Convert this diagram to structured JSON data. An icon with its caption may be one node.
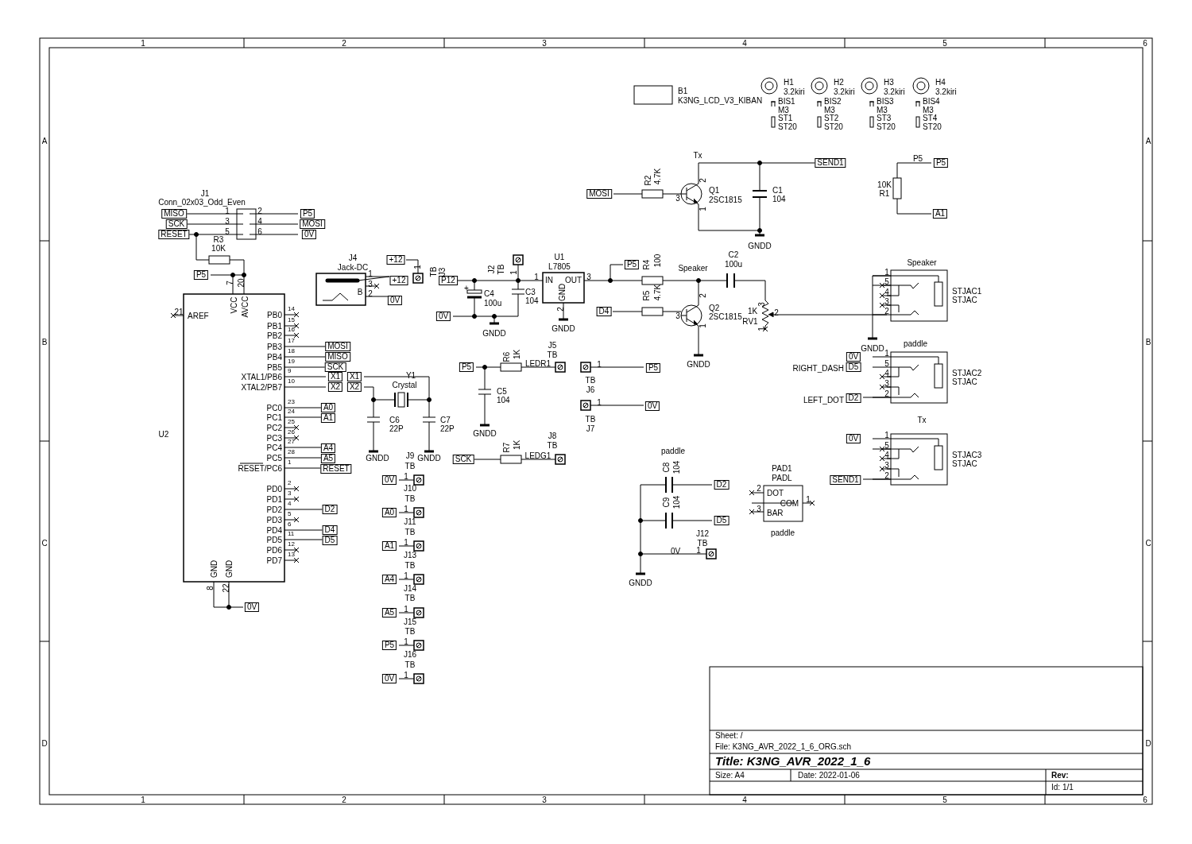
{
  "diagram": {
    "labels": [
      "1",
      "2",
      "3",
      "4",
      "5",
      "6",
      "A",
      "B",
      "C",
      "D",
      "A",
      "B",
      "C",
      "D",
      "B1",
      "K3NG_LCD_V3_KIBAN",
      "H1",
      "3.2kiri",
      "H2",
      "3.2kiri",
      "H3",
      "3.2kiri",
      "H4",
      "3.2kiri",
      "BIS1",
      "M3",
      "ST1",
      "ST20",
      "BIS2",
      "M3",
      "ST2",
      "ST20",
      "BIS3",
      "M3",
      "ST3",
      "ST20",
      "BIS4",
      "M3",
      "ST4",
      "ST20",
      "Tx",
      "SEND1",
      "R2",
      "4.7K",
      "MOSI",
      "3",
      "2",
      "Q1",
      "2SC1815",
      "1",
      "C1",
      "104",
      "GNDD",
      "P5",
      "P5",
      "10K",
      "R1",
      "A1",
      "J1",
      "Conn_02x03_Odd_Even",
      "MISO",
      "1",
      "2",
      "P5",
      "SCK",
      "3",
      "4",
      "MOSI",
      "RESET",
      "5",
      "6",
      "0V",
      "R3",
      "10K",
      "P5",
      "7",
      "20",
      "VCC",
      "AVCC",
      "21",
      "AREF",
      "PB0",
      "14",
      "PB1",
      "15",
      "PB2",
      "16",
      "PB3",
      "17",
      "MOSI",
      "PB4",
      "18",
      "MISO",
      "PB5",
      "19",
      "SCK",
      "XTAL1/PB6",
      "9",
      "X1",
      "X1",
      "XTAL2/PB7",
      "10",
      "X2",
      "X2",
      "Y1",
      "Crystal",
      "C6",
      "22P",
      "C7",
      "22P",
      "GNDD",
      "GNDD",
      "PC0",
      "23",
      "A0",
      "PC1",
      "24",
      "A1",
      "PC2",
      "25",
      "PC3",
      "26",
      "PC4",
      "27",
      "A4",
      "PC5",
      "28",
      "A5",
      "RESET/PC6",
      "1",
      "RESET",
      "U2",
      "PD0",
      "2",
      "PD1",
      "3",
      "PD2",
      "4",
      "D2",
      "PD3",
      "5",
      "PD4",
      "6",
      "D4",
      "PD5",
      "11",
      "D5",
      "PD6",
      "12",
      "PD7",
      "13",
      "GND",
      "GND",
      "8",
      "22",
      "0V",
      "J4",
      "Jack-DC",
      "1",
      "+12",
      "3",
      "B",
      "2",
      "0V",
      "+12",
      "1",
      "TB",
      "J3",
      "P12",
      "+",
      "C4",
      "100u",
      "0V",
      "GNDD",
      "J2",
      "TB",
      "1",
      "C3",
      "104",
      "U1",
      "L7805",
      "1",
      "IN",
      "OUT",
      "3",
      "GND",
      "2",
      "GNDD",
      "P5",
      "R4",
      "100",
      "Speaker",
      "C2",
      "100u",
      "D4",
      "R5",
      "4.7K",
      "3",
      "2",
      "Q2",
      "2SC1815",
      "1",
      "GNDD",
      "3",
      "1K",
      "2",
      "RV1",
      "1",
      "Speaker",
      "1",
      "5",
      "4",
      "3",
      "2",
      "STJAC1",
      "STJAC",
      "GNDD",
      "paddle",
      "0V",
      "1",
      "RIGHT_DASH",
      "D5",
      "5",
      "4",
      "3",
      "STJAC2",
      "STJAC",
      "LEFT_DOT",
      "D2",
      "2",
      "Tx",
      "0V",
      "1",
      "5",
      "4",
      "3",
      "STJAC3",
      "STJAC",
      "SEND1",
      "2",
      "J5",
      "TB",
      "R6",
      "1K",
      "P5",
      "LEDR1",
      "C5",
      "104",
      "GNDD",
      "1",
      "P5",
      "TB",
      "J6",
      "1",
      "0V",
      "TB",
      "J7",
      "J8",
      "TB",
      "R7",
      "1K",
      "J9",
      "TB",
      "SCK",
      "LEDG1",
      "0V",
      "1",
      "J10",
      "TB",
      "A0",
      "1",
      "J11",
      "TB",
      "A1",
      "1",
      "J13",
      "TB",
      "A4",
      "1",
      "J14",
      "TB",
      "A5",
      "1",
      "J15",
      "TB",
      "P5",
      "1",
      "J16",
      "TB",
      "0V",
      "1",
      "paddle",
      "C8",
      "104",
      "D2",
      "C9",
      "104",
      "D5",
      "J12",
      "TB",
      "0V",
      "1",
      "GNDD",
      "PAD1",
      "PADL",
      "2",
      "DOT",
      "COM",
      "1",
      "3",
      "BAR",
      "paddle",
      "1",
      "2",
      "3",
      "4",
      "5",
      "6",
      "Sheet: /",
      "File: K3NG_AVR_2022_1_6_ORG.sch",
      "Title: K3NG_AVR_2022_1_6",
      "Size: A4",
      "Date: 2022-01-06",
      "Rev:",
      "Id: 1/1"
    ]
  }
}
